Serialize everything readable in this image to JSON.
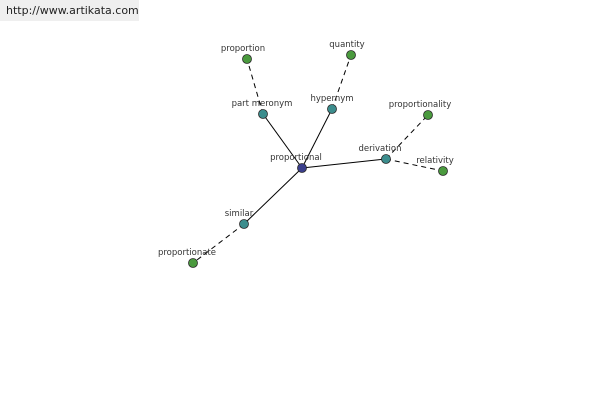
{
  "site": {
    "url": "http://www.artikata.com"
  },
  "colors": {
    "center": "#3b3f8c",
    "related": "#3c8d8d",
    "leaf": "#4a9a3e",
    "edge": "#000000",
    "node_stroke": "#2a2a2a"
  },
  "graph": {
    "nodes": [
      {
        "id": "proportional",
        "label": "proportional",
        "kind": "center"
      },
      {
        "id": "part_meronym",
        "label": "part meronym",
        "kind": "related"
      },
      {
        "id": "hypernym",
        "label": "hypernym",
        "kind": "related"
      },
      {
        "id": "derivation",
        "label": "derivation",
        "kind": "related"
      },
      {
        "id": "similar",
        "label": "similar",
        "kind": "related"
      },
      {
        "id": "proportion",
        "label": "proportion",
        "kind": "leaf"
      },
      {
        "id": "quantity",
        "label": "quantity",
        "kind": "leaf"
      },
      {
        "id": "proportionality",
        "label": "proportionality",
        "kind": "leaf"
      },
      {
        "id": "relativity",
        "label": "relativity",
        "kind": "leaf"
      },
      {
        "id": "proportionate",
        "label": "proportionate",
        "kind": "leaf"
      }
    ],
    "edges": [
      {
        "from": "proportional",
        "to": "part_meronym",
        "style": "solid"
      },
      {
        "from": "proportional",
        "to": "hypernym",
        "style": "solid"
      },
      {
        "from": "proportional",
        "to": "derivation",
        "style": "solid"
      },
      {
        "from": "proportional",
        "to": "similar",
        "style": "solid"
      },
      {
        "from": "part_meronym",
        "to": "proportion",
        "style": "dashed"
      },
      {
        "from": "hypernym",
        "to": "quantity",
        "style": "dashed"
      },
      {
        "from": "derivation",
        "to": "proportionality",
        "style": "dashed"
      },
      {
        "from": "derivation",
        "to": "relativity",
        "style": "dashed"
      },
      {
        "from": "similar",
        "to": "proportionate",
        "style": "dashed"
      }
    ]
  }
}
